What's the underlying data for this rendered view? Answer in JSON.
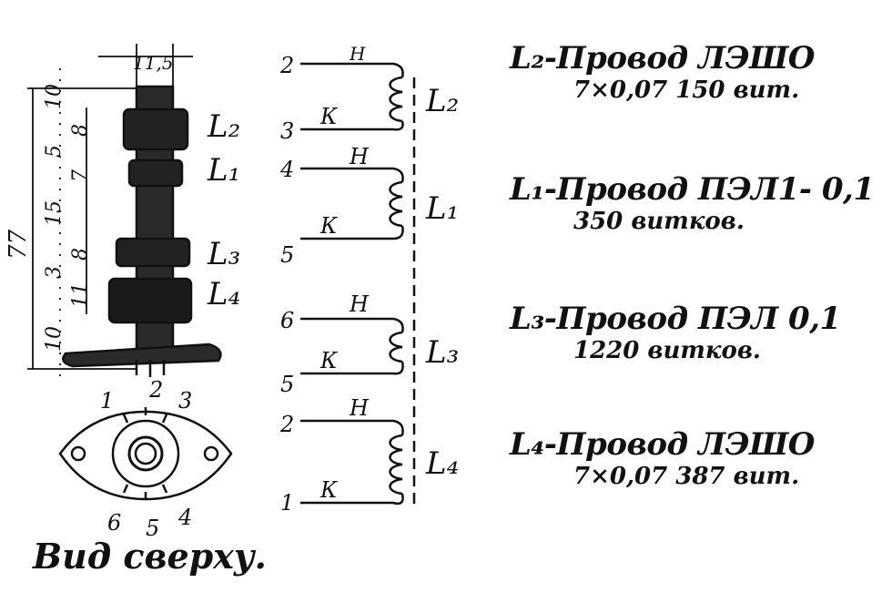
{
  "specs": [
    {
      "coil": "L₂",
      "desc": "-Провод ЛЭШО",
      "extra": "7×0,07  150 вит."
    },
    {
      "coil": "L₁",
      "desc": "-Провод ПЭЛ1- 0,1",
      "extra": "350 витков."
    },
    {
      "coil": "L₃",
      "desc": "-Провод ПЭЛ   0,1",
      "extra": "1220 витков."
    },
    {
      "coil": "L₄",
      "desc": "-Провод ЛЭШО",
      "extra": "7×0,07  387 вит."
    }
  ],
  "schematic": [
    {
      "top_pin": "2",
      "bottom_pin": "3",
      "start_mark": "Н",
      "end_mark": "К",
      "coil": "L₂"
    },
    {
      "top_pin": "4",
      "bottom_pin": "5",
      "start_mark": "Н",
      "end_mark": "К",
      "coil": "L₁"
    },
    {
      "top_pin": "6",
      "bottom_pin": "5",
      "start_mark": "Н",
      "end_mark": "К",
      "coil": "L₃"
    },
    {
      "top_pin": "2",
      "bottom_pin": "1",
      "start_mark": "Н",
      "end_mark": "К",
      "coil": "L₄"
    }
  ],
  "dimensions": {
    "diameter": "11,5",
    "total": "77",
    "segments": [
      "10",
      "8",
      "5",
      "7",
      "15",
      "8",
      "3",
      "11",
      "10"
    ]
  },
  "former_labels": [
    "L₂",
    "L₁",
    "L₃",
    "L₄"
  ],
  "base_pins": [
    "1",
    "2",
    "3",
    "6",
    "5",
    "4"
  ],
  "caption": "Вид сверху."
}
